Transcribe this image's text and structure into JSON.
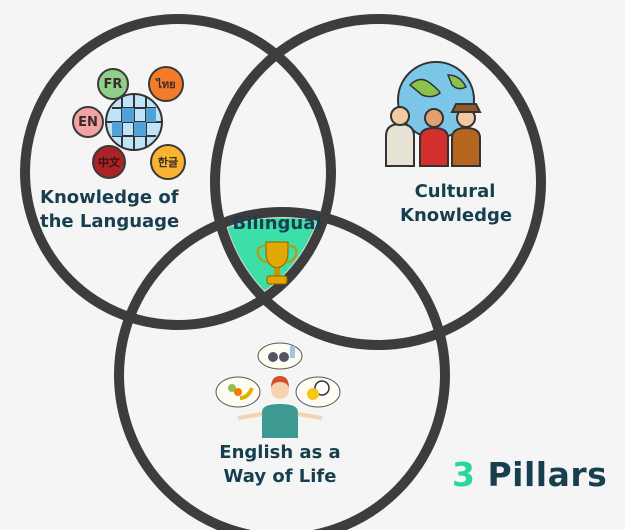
{
  "title": {
    "number": "3",
    "text": "Pillars"
  },
  "pillars": {
    "language": {
      "line1": "Knowledge of",
      "line2": "the Language",
      "icon": "globe-languages-icon"
    },
    "culture": {
      "line1": "Cultural",
      "line2": "Knowledge",
      "icon": "globe-people-icon"
    },
    "lifestyle": {
      "line1": "English as a",
      "line2": "Way of Life",
      "icon": "person-thinking-icon"
    }
  },
  "center": {
    "label": "Bilingual",
    "icon": "trophy-icon"
  },
  "language_bubbles": [
    "FR",
    "ไทย",
    "EN",
    "中文",
    "한글"
  ],
  "colors": {
    "accent": "#2ad69a",
    "center_fill": "#3ddfa8",
    "text": "#173f4f",
    "circle_stroke": "#3d3d3d"
  }
}
